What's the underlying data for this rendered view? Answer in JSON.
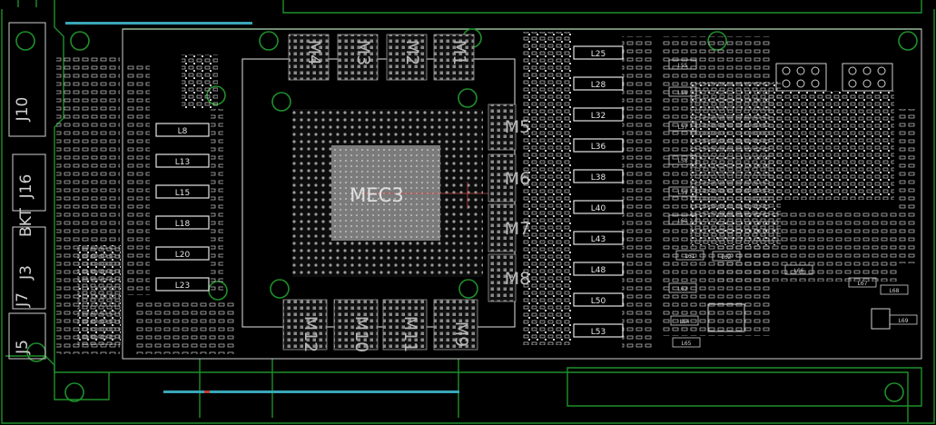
{
  "colors": {
    "background": "#000000",
    "trace": "#1f8f2a",
    "silkscreen": "#d8d8d8",
    "gray": "#8a8a8a",
    "cyan": "#3aa6b8",
    "red": "#c0392b"
  },
  "gpu": {
    "label": "MEC3"
  },
  "memory_labels": [
    "M4",
    "M3",
    "M2",
    "M1",
    "M5",
    "M6",
    "M7",
    "M8",
    "M12",
    "M10",
    "M11",
    "M9"
  ],
  "left_inductors": [
    "L8",
    "L13",
    "L15",
    "L18",
    "L20",
    "L23"
  ],
  "right_inductors": [
    "L25",
    "L28",
    "L32",
    "L36",
    "L38",
    "L40",
    "L43",
    "L48",
    "L50",
    "L53"
  ],
  "connectors": [
    "J10",
    "J16",
    "BKT",
    "J3",
    "J7",
    "J5"
  ],
  "far_right_labels": [
    "L55",
    "L56",
    "L57",
    "L58",
    "L59",
    "L60",
    "L61",
    "L62",
    "L63",
    "L64",
    "L65",
    "L66",
    "L67",
    "L68",
    "L69"
  ]
}
